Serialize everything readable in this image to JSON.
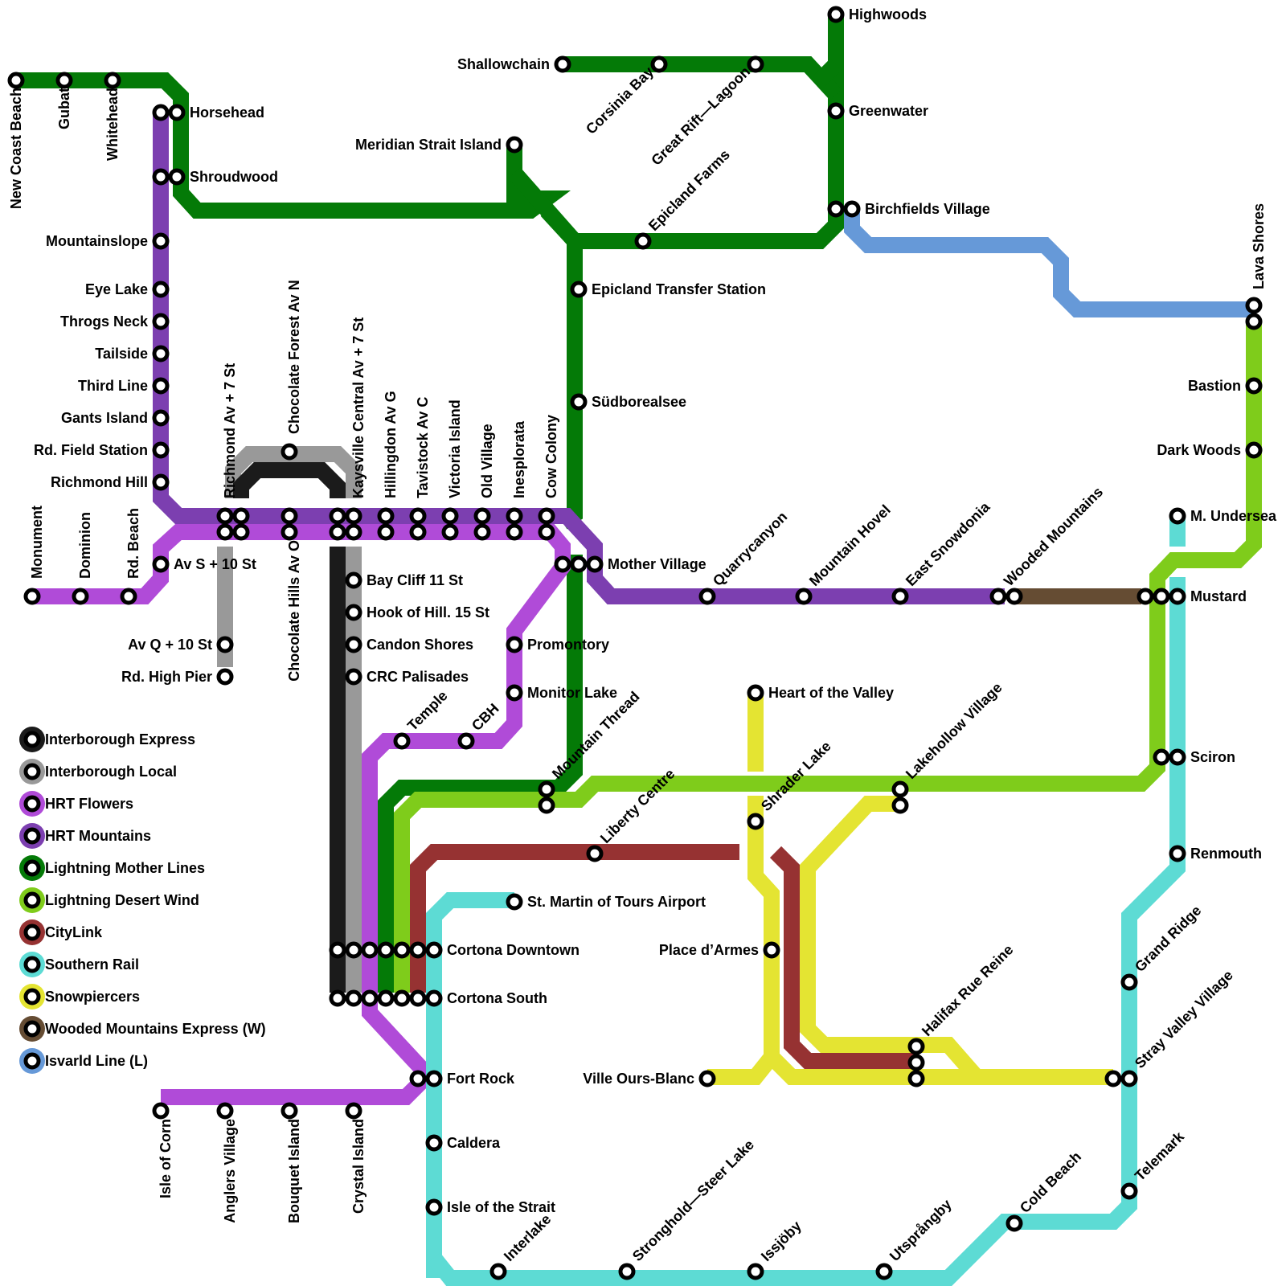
{
  "title": "Transit Map",
  "lines": [
    {
      "id": "interborough-express",
      "name": "Interborough Express",
      "color": "#1b1b1b"
    },
    {
      "id": "interborough-local",
      "name": "Interborough Local",
      "color": "#999999"
    },
    {
      "id": "hrt-flowers",
      "name": "HRT Flowers",
      "color": "#b04bd8"
    },
    {
      "id": "hrt-mountains",
      "name": "HRT Mountains",
      "color": "#7c3fb0"
    },
    {
      "id": "lightning-mother-lines",
      "name": "Lightning Mother Lines",
      "color": "#047a07"
    },
    {
      "id": "lightning-desert-wind",
      "name": "Lightning Desert Wind",
      "color": "#7fcc1b"
    },
    {
      "id": "citylink",
      "name": "CityLink",
      "color": "#963232"
    },
    {
      "id": "southern-rail",
      "name": "Southern Rail",
      "color": "#5ddbd4"
    },
    {
      "id": "snowpiercers",
      "name": "Snowpiercers",
      "color": "#e4e432"
    },
    {
      "id": "wooded-mountains-express",
      "name": "Wooded Mountains Express (W)",
      "color": "#654c33"
    },
    {
      "id": "isvarld-line",
      "name": "Isvarld Line (L)",
      "color": "#6699d8"
    }
  ],
  "stations": {
    "new_coast_beach": "New Coast Beach",
    "gubat": "Gubat",
    "whitehead": "Whitehead",
    "horsehead": "Horsehead",
    "shroudwood": "Shroudwood",
    "mountainslope": "Mountainslope",
    "eye_lake": "Eye Lake",
    "throgs_neck": "Throgs Neck",
    "tailside": "Tailside",
    "third_line": "Third Line",
    "gants_island": "Gants Island",
    "rd_field_station": "Rd. Field Station",
    "richmond_hill": "Richmond Hill",
    "monument": "Monument",
    "dominion": "Dominion",
    "rd_beach": "Rd. Beach",
    "av_s_10_st": "Av S + 10 St",
    "av_q_10_st": "Av Q + 10 St",
    "rd_high_pier": "Rd. High Pier",
    "richmond_av_7_st": "Richmond Av + 7 St",
    "chocolate_forest_av_n": "Chocolate Forest Av N",
    "chocolate_hills_av_o": "Chocolate Hills Av O",
    "kaysville_central": "Kaysville Central Av + 7 St",
    "hillingdon_av_g": "Hillingdon Av G",
    "tavistock_av_c": "Tavistock Av C",
    "victoria_island": "Victoria Island",
    "old_village": "Old Village",
    "inesplorata": "Inesplorata",
    "cow_colony": "Cow Colony",
    "mother_village": "Mother Village",
    "bay_cliff_11_st": "Bay Cliff 11 St",
    "hook_of_hill_15_st": "Hook of Hill. 15 St",
    "candon_shores": "Candon Shores",
    "crc_palisades": "CRC Palisades",
    "promontory": "Promontory",
    "monitor_lake": "Monitor Lake",
    "temple": "Temple",
    "cbh": "CBH",
    "mountain_thread": "Mountain Thread",
    "shallowchain": "Shallowchain",
    "corsinia_bay": "Corsinia Bay",
    "great_rift_lagoon": "Great Rift—Lagoon",
    "highwoods": "Highwoods",
    "greenwater": "Greenwater",
    "birchfields_village": "Birchfields Village",
    "meridian_strait_island": "Meridian Strait Island",
    "epicland_farms": "Epicland Farms",
    "epicland_transfer_station": "Epicland Transfer Station",
    "sudborealsee": "Südborealsee",
    "lava_shores": "Lava Shores",
    "bastion": "Bastion",
    "dark_woods": "Dark Woods",
    "m_undersea": "M. Undersea",
    "mustard": "Mustard",
    "quarrycanyon": "Quarrycanyon",
    "mountain_hovel": "Mountain Hovel",
    "east_snowdonia": "East Snowdonia",
    "wooded_mountains": "Wooded Mountains",
    "heart_of_the_valley": "Heart of the Valley",
    "shrader_lake": "Shrader Lake",
    "lakehollow_village": "Lakehollow Village",
    "sciron": "Sciron",
    "renmouth": "Renmouth",
    "liberty_centre": "Liberty Centre",
    "st_martin_airport": "St. Martin of Tours Airport",
    "cortona_downtown": "Cortona Downtown",
    "cortona_south": "Cortona South",
    "place_darmes": "Place d’Armes",
    "fort_rock": "Fort Rock",
    "ville_ours_blanc": "Ville Ours-Blanc",
    "halifax_rue_reine": "Halifax Rue Reine",
    "grand_ridge": "Grand Ridge",
    "stray_valley_village": "Stray Valley Village",
    "telemark": "Telemark",
    "caldera": "Caldera",
    "isle_of_the_strait": "Isle of the Strait",
    "interlake": "Interlake",
    "stronghold_steer_lake": "Stronghold—Steer Lake",
    "issjoby": "Issjöby",
    "utsprangby": "Utsprångby",
    "cold_beach": "Cold Beach",
    "isle_of_corn": "Isle of Corn",
    "anglers_village": "Anglers Village",
    "bouquet_island": "Bouquet Island",
    "crystal_island": "Crystal Island"
  }
}
